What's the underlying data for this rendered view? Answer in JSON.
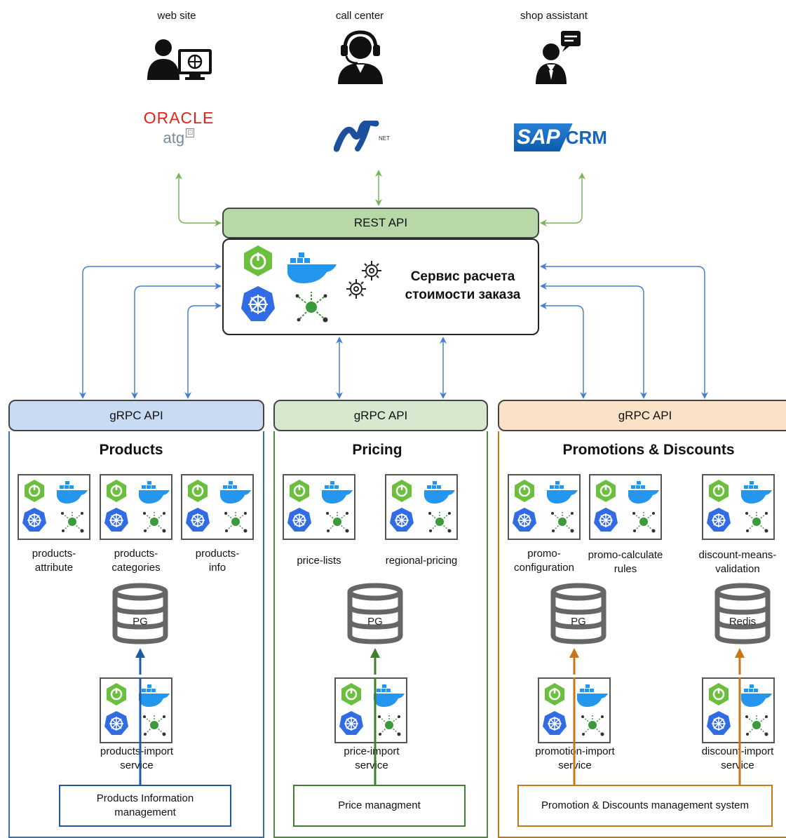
{
  "clients": [
    {
      "label": "web site",
      "icon": "user-computer-icon",
      "logo": "oracle-atg-logo"
    },
    {
      "label": "call center",
      "icon": "headset-operator-icon",
      "logo": "dotnet-logo"
    },
    {
      "label": "shop assistant",
      "icon": "assistant-chat-icon",
      "logo": "sap-crm-logo"
    }
  ],
  "logos": {
    "oracle": "ORACLE",
    "atg": "atg",
    "net": "NET",
    "sap": "SAP",
    "crm": "CRM"
  },
  "core": {
    "rest_api": "REST API",
    "title_line1": "Сервис расчета",
    "title_line2": "стоимости заказа"
  },
  "domains": [
    {
      "grpc": "gRPC API",
      "title": "Products",
      "color": "#3a6fb0",
      "header_bg": "#c9daf3",
      "services": [
        "products-\nattribute",
        "products-\ncategories",
        "products-\ninfo"
      ],
      "db": "PG",
      "import_service": "products-import\nservice",
      "management": "Products Information\nmanagement"
    },
    {
      "grpc": "gRPC API",
      "title": "Pricing",
      "color": "#4e8a3b",
      "header_bg": "#d6e8cd",
      "services": [
        "price-lists",
        "regional-pricing"
      ],
      "db": "PG",
      "import_service": "price-import\nservice",
      "management": "Price managment"
    },
    {
      "grpc": "gRPC API",
      "title": "Promotions & Discounts",
      "color": "#c7771a",
      "header_bg": "#fbe2c6",
      "services": [
        "promo-\nconfiguration",
        "promo-calculate\nrules",
        "discount-means-\nvalidation"
      ],
      "dbs": [
        "PG",
        "Redis"
      ],
      "import_services": [
        "promotion-import\nservice",
        "discount-import\nservice"
      ],
      "management": "Promotion & Discounts management system"
    }
  ],
  "colors": {
    "rest_arrow": "#7ab55c",
    "grpc_arrow": "#4a7fd0",
    "products": "#3a6fb0",
    "pricing": "#4e8a3b",
    "promotions": "#c7771a"
  }
}
